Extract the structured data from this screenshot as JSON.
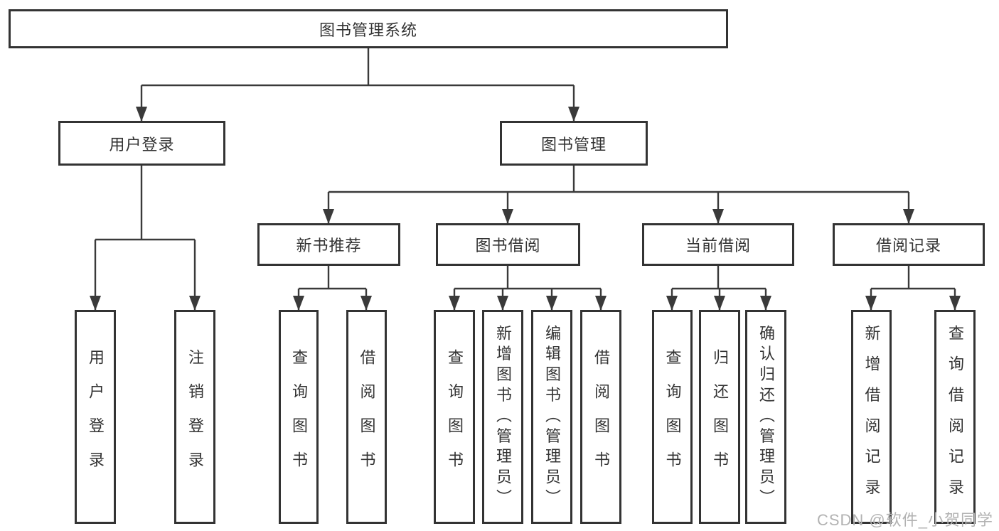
{
  "colors": {
    "line": "#3a3a3a",
    "border": "#333333",
    "text": "#333333",
    "watermark": "#b2b2b2"
  },
  "tree": {
    "label": "图书管理系统",
    "children": [
      {
        "label": "用户登录",
        "children": [
          {
            "label": "用户登录"
          },
          {
            "label": "注销登录"
          }
        ]
      },
      {
        "label": "图书管理",
        "children": [
          {
            "label": "新书推荐",
            "children": [
              {
                "label": "查询图书"
              },
              {
                "label": "借阅图书"
              }
            ]
          },
          {
            "label": "图书借阅",
            "children": [
              {
                "label": "查询图书"
              },
              {
                "label": "新增图书（管理员）"
              },
              {
                "label": "编辑图书（管理员）"
              },
              {
                "label": "借阅图书"
              }
            ]
          },
          {
            "label": "当前借阅",
            "children": [
              {
                "label": "查询图书"
              },
              {
                "label": "归还图书"
              },
              {
                "label": "确认归还（管理员）"
              }
            ]
          },
          {
            "label": "借阅记录",
            "children": [
              {
                "label": "新增借阅记录"
              },
              {
                "label": "查询借阅记录"
              }
            ]
          }
        ]
      }
    ]
  },
  "watermark": "CSDN @软件_小贺同学"
}
